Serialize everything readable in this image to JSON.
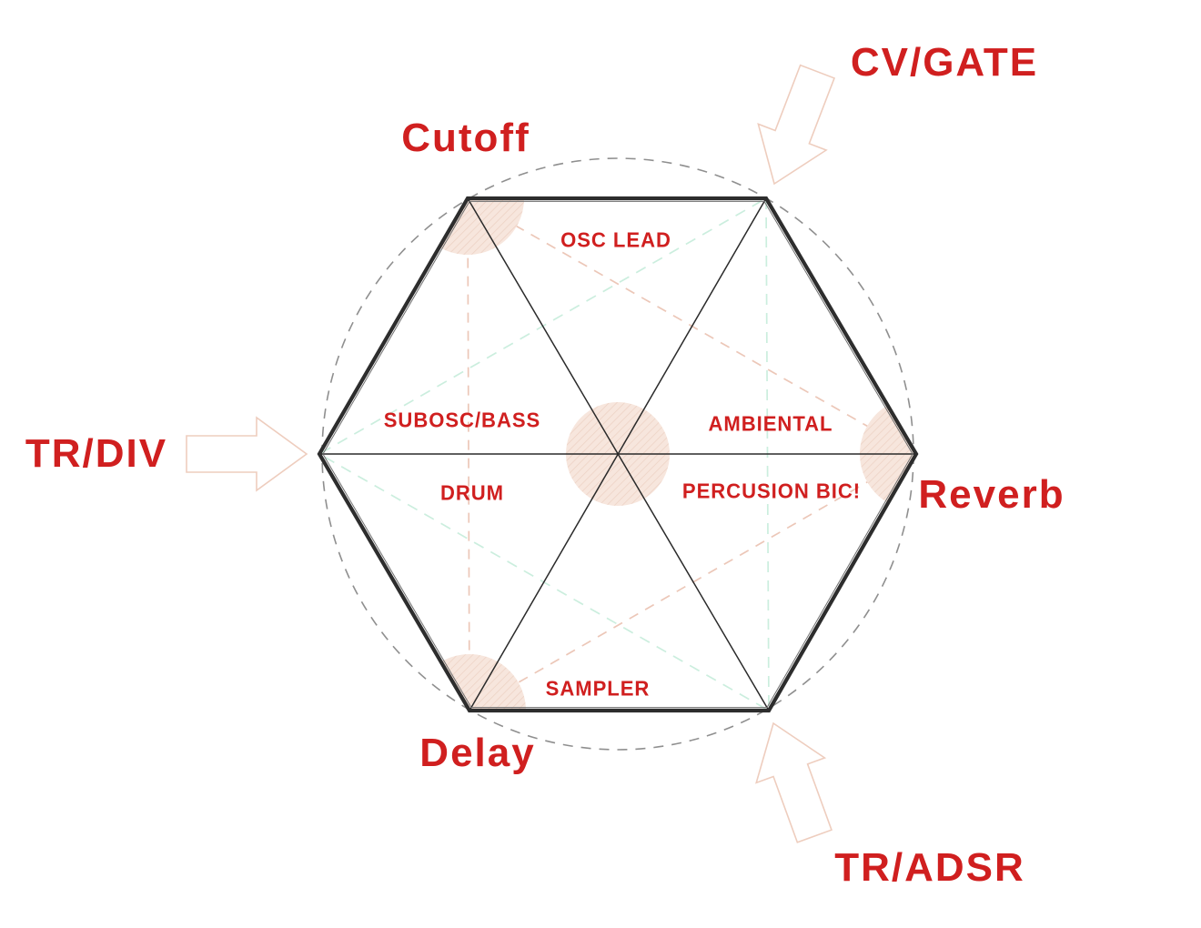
{
  "diagram": {
    "title_hint": "hexagonal synth routing diagram",
    "outer_labels": {
      "cutoff": "Cutoff",
      "cv_gate": "CV/GATE",
      "tr_div": "TR/DIV",
      "reverb": "Reverb",
      "delay": "Delay",
      "tr_adsr": "TR/ADSR"
    },
    "sector_labels": {
      "osc_lead": "OSC LEAD",
      "subosc_bass": "SUBOSC/BASS",
      "ambiental": "AMBIENTAL",
      "drum": "DRUM",
      "percusion": "PERCUSION BIC!",
      "sampler": "SAMPLER"
    },
    "colors": {
      "label_red": "#d01f1f",
      "edge_dark": "#2d2d2d",
      "diagonal_dark": "#2a2a2a",
      "dashed_circle": "#8f8f8f",
      "pink_dash": "#ecc7b8",
      "mint_dash": "#cbeede",
      "hatch_fill": "#f7e6dd",
      "hatch_line": "#ecd0c2",
      "arrow_outline": "#eecdbe"
    }
  }
}
